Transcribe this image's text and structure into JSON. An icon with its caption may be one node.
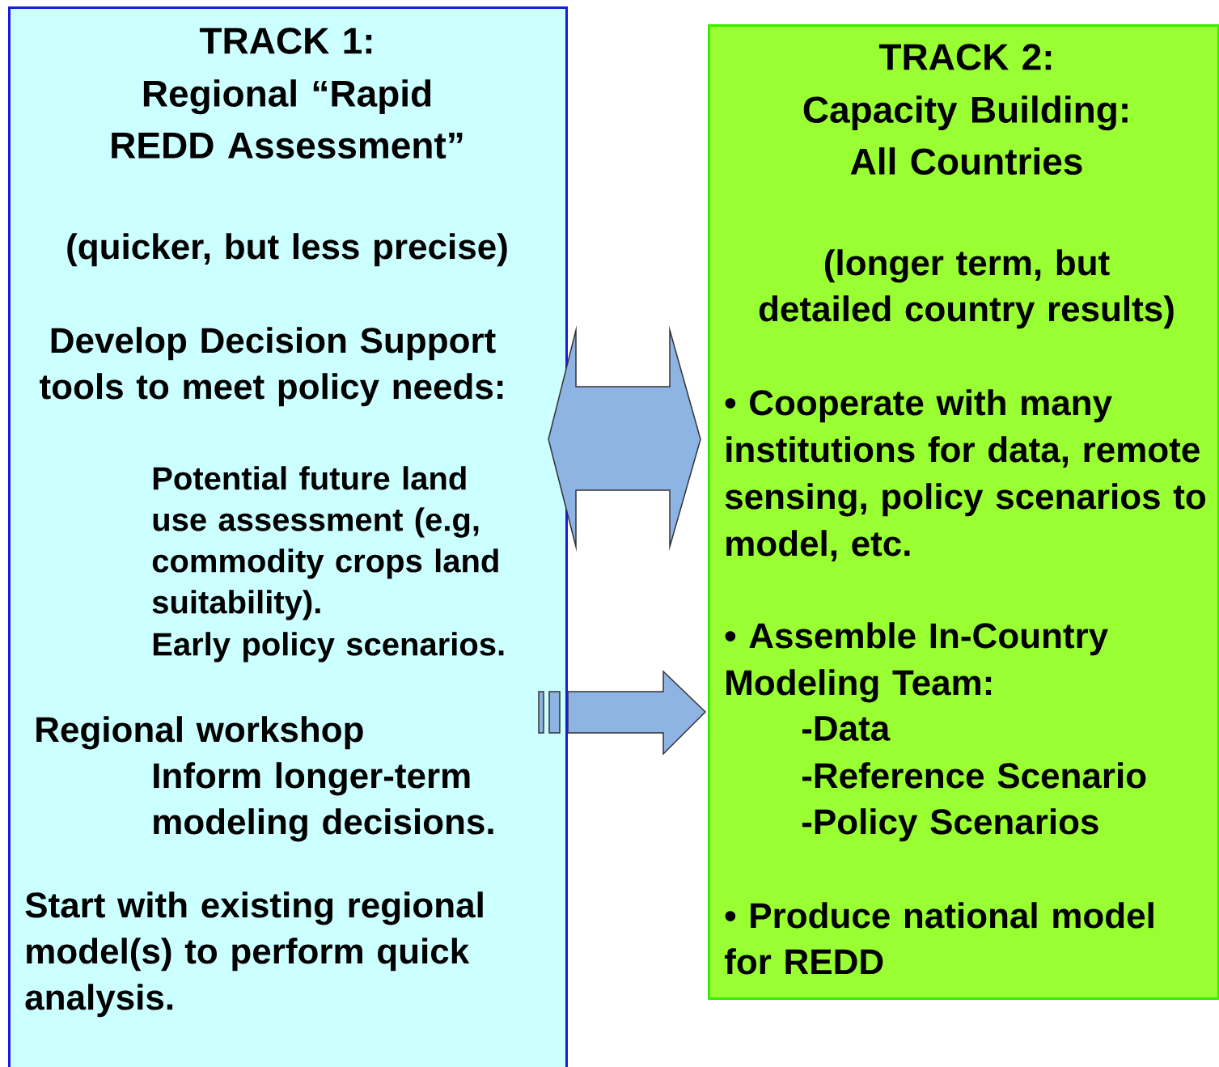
{
  "diagram": {
    "nodes": [
      {
        "text": [
          "TRACK 1:",
          "Regional “Rapid REDD Assessment”",
          "(quicker, but less precise)",
          "Develop Decision Support tools to meet policy needs:",
          "Potential future land use assessment (e.g, commodity crops land suitability).",
          "Early policy scenarios.",
          "Regional workshop",
          "Inform longer-term modeling decisions.",
          "Start with existing regional model(s) to perform quick analysis."
        ]
      },
      {
        "text": [
          "TRACK 2:",
          "Capacity Building: All Countries",
          "(longer term, but detailed country results)",
          "• Cooperate with many institutions for data, remote sensing, policy scenarios to model, etc.",
          "• Assemble In-Country Modeling Team:",
          "-Data",
          "-Reference Scenario",
          "-Policy Scenarios",
          "• Produce national model for REDD"
        ]
      }
    ],
    "edges": [
      {
        "from": 0,
        "to": 1,
        "arrow": "both"
      },
      {
        "from": 0,
        "to": 1,
        "arrow": "to"
      }
    ]
  }
}
